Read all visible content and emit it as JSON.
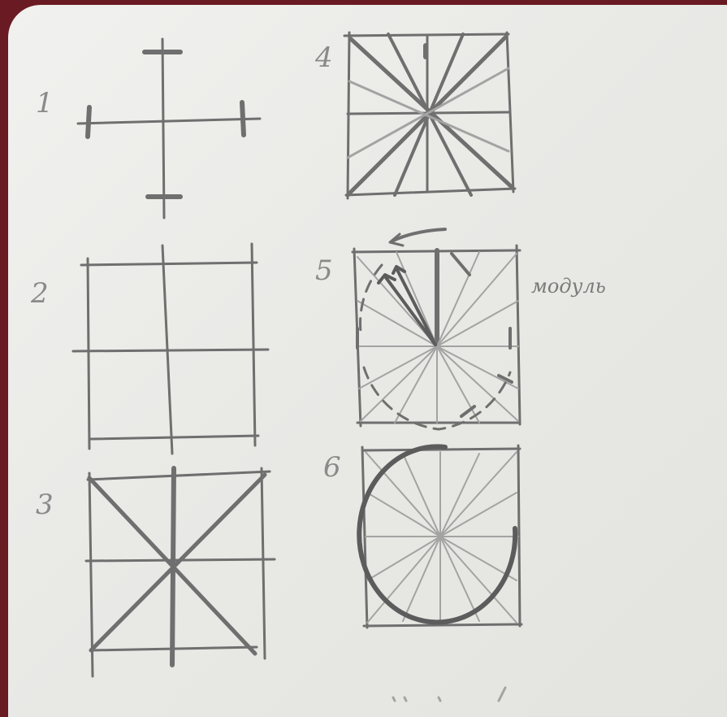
{
  "figures": [
    {
      "label": "1",
      "kind": "cross"
    },
    {
      "label": "2",
      "kind": "square-quartered"
    },
    {
      "label": "3",
      "kind": "square-with-diagonals"
    },
    {
      "label": "4",
      "kind": "square-with-radial-lines"
    },
    {
      "label": "5",
      "kind": "square-with-module-arc",
      "note": "модуль"
    },
    {
      "label": "6",
      "kind": "circle-in-square"
    }
  ],
  "colors": {
    "paper": "#ecece9",
    "pencil": "#6f6f6f",
    "background": "#6a1a22"
  }
}
